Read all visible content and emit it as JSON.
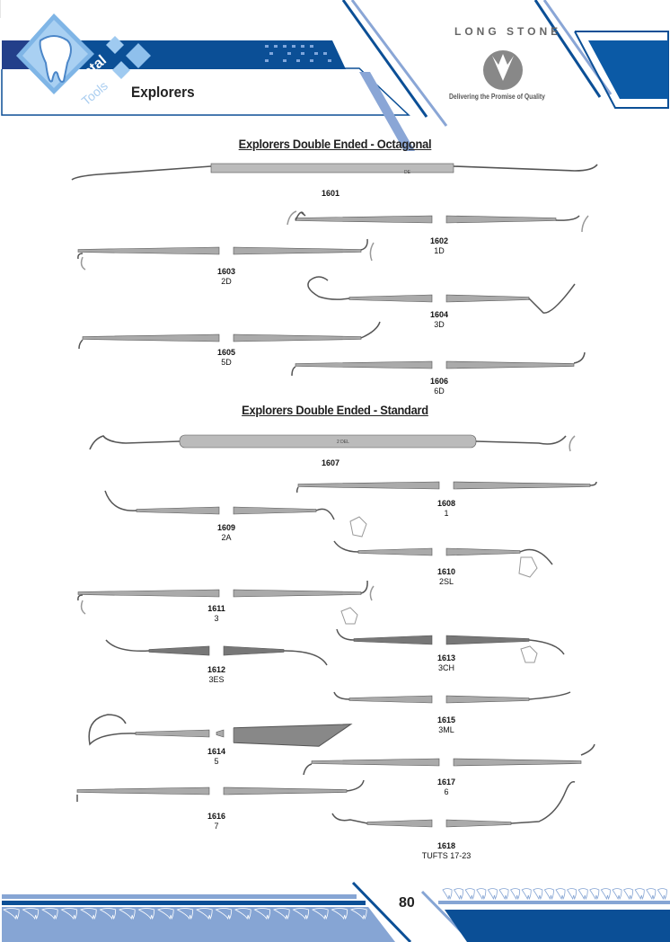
{
  "header": {
    "brand_logo_text": "Dental Tools",
    "page_title": "Explorers",
    "company_logo_text": "LONG STONE",
    "tagline": "Delivering the Promise of Quality"
  },
  "colors": {
    "dark_blue": "#0b4f96",
    "light_blue": "#86a5d4",
    "mid_blue": "#5c8fd0"
  },
  "sections": [
    {
      "title": "Explorers Double Ended - Octagonal"
    },
    {
      "title": "Explorers Double Ended - Standard"
    }
  ],
  "items": [
    {
      "code": "1601",
      "pattern": ""
    },
    {
      "code": "1602",
      "pattern": "1D"
    },
    {
      "code": "1603",
      "pattern": "2D"
    },
    {
      "code": "1604",
      "pattern": "3D"
    },
    {
      "code": "1605",
      "pattern": "5D"
    },
    {
      "code": "1606",
      "pattern": "6D"
    },
    {
      "code": "1607",
      "pattern": ""
    },
    {
      "code": "1608",
      "pattern": "1"
    },
    {
      "code": "1609",
      "pattern": "2A"
    },
    {
      "code": "1610",
      "pattern": "2SL"
    },
    {
      "code": "1611",
      "pattern": "3"
    },
    {
      "code": "1613",
      "pattern": "3CH"
    },
    {
      "code": "1612",
      "pattern": "3ES"
    },
    {
      "code": "1615",
      "pattern": "3ML"
    },
    {
      "code": "1614",
      "pattern": "5"
    },
    {
      "code": "1617",
      "pattern": "6"
    },
    {
      "code": "1616",
      "pattern": "7"
    },
    {
      "code": "1618",
      "pattern": "TUFTS 17-23"
    }
  ],
  "handle_marks": {
    "octagonal": "DE",
    "standard": "2 DEL"
  },
  "footer": {
    "page_number": "80"
  }
}
